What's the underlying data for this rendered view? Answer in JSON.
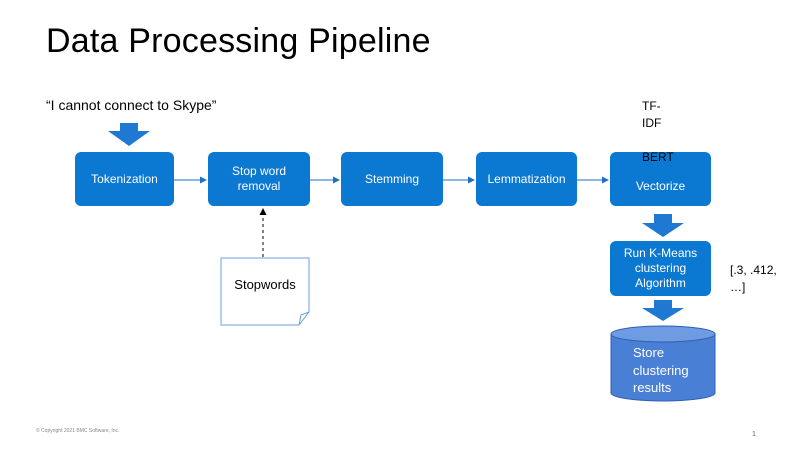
{
  "title": "Data Processing Pipeline",
  "input_text": "“I cannot connect to Skype”",
  "steps": [
    {
      "label": "Tokenization"
    },
    {
      "label": "Stop word removal"
    },
    {
      "label": "Stemming"
    },
    {
      "label": "Lemmatization"
    },
    {
      "label": "Vectorize"
    },
    {
      "label": "Run K-Means clustering Algorithm"
    }
  ],
  "vectorize_options": [
    "TF-",
    "IDF",
    "",
    "BERT"
  ],
  "stopwords_doc": {
    "label": "Stopwords"
  },
  "vector_example": [
    "[.3, .412,",
    "…]"
  ],
  "storage": {
    "label": "Store clustering results"
  },
  "copyright": "© Copyright 2021 BMC Software, Inc.",
  "page_number": "1",
  "colors": {
    "step_fill": "#0b78d1",
    "cylinder_fill": "#4a7fd6",
    "arrow": "#3b7fd1"
  }
}
